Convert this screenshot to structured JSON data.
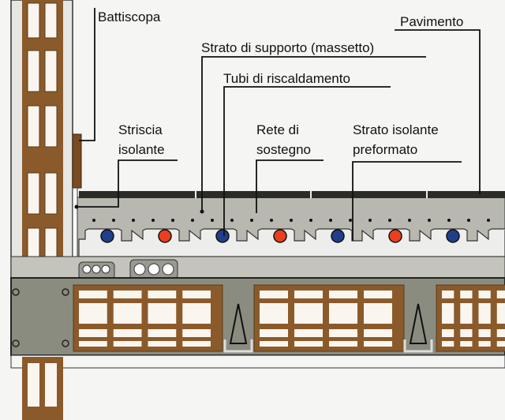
{
  "labels": {
    "battiscopa": "Battiscopa",
    "pavimento": "Pavimento",
    "strato_supporto": "Strato di supporto (massetto)",
    "tubi": "Tubi  di riscaldamento",
    "striscia_1": "Striscia",
    "striscia_2": "isolante",
    "rete_1": "Rete di",
    "rete_2": "sostegno",
    "isolante_1": "Strato isolante",
    "isolante_2": "preformato"
  },
  "pipes": [
    "blue",
    "red",
    "blue",
    "red",
    "blue",
    "red",
    "blue"
  ],
  "colors": {
    "blue": "#1f3f8a",
    "red": "#e8401c",
    "brick": "#8b5a2b",
    "screed": "#b9b8b0",
    "slab": "#8a8c80",
    "floor": "#2b2b28"
  }
}
